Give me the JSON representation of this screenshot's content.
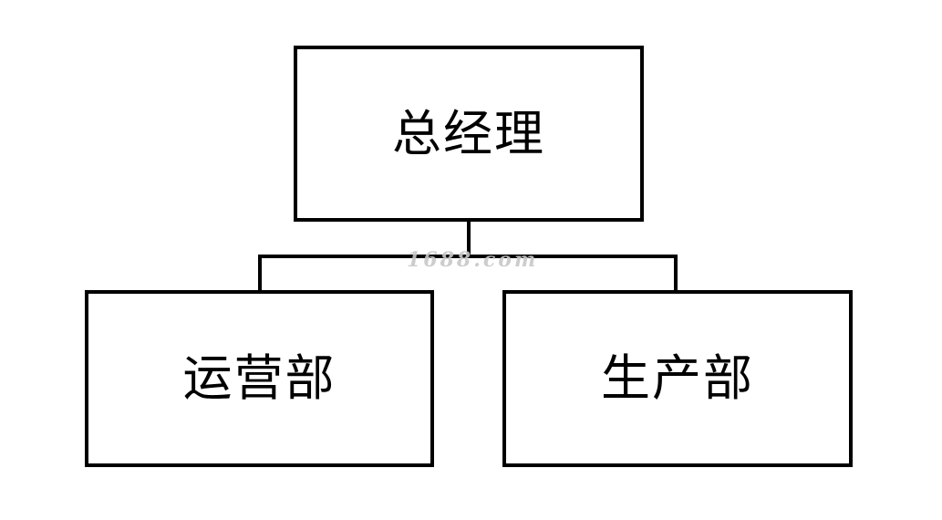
{
  "org_chart": {
    "root": {
      "label": "总经理"
    },
    "children": [
      {
        "label": "运营部"
      },
      {
        "label": "生产部"
      }
    ]
  },
  "watermark": {
    "text": "1688.com"
  },
  "colors": {
    "line": "#000000",
    "box_fill": "#ffffff",
    "watermark": "#c8c8c8"
  }
}
